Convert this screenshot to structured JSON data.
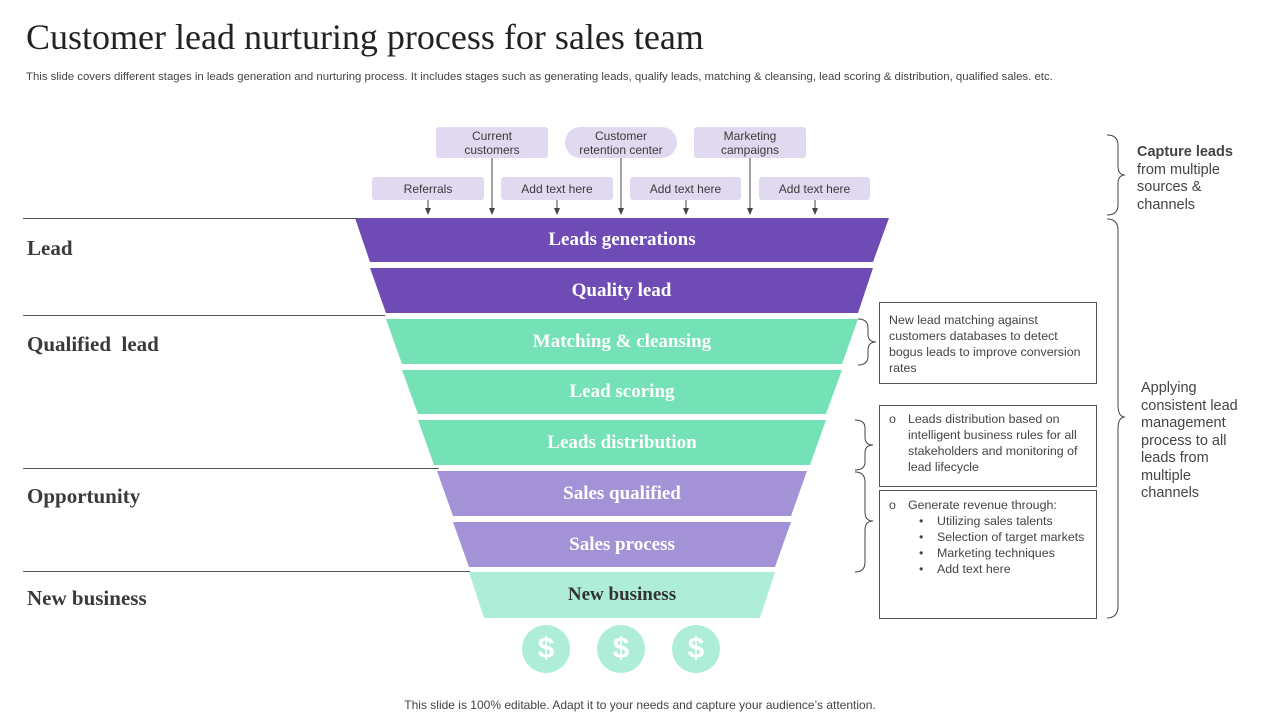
{
  "title": "Customer lead nurturing process for sales team",
  "subtitle": "This slide covers different stages in leads generation and nurturing process. It includes stages such as generating leads, qualify leads, matching & cleansing, lead scoring & distribution, qualified sales. etc.",
  "sources_top": [
    {
      "label": "Current customers"
    },
    {
      "label": "Customer retention center"
    },
    {
      "label": "Marketing campaigns"
    }
  ],
  "sources_bottom": [
    {
      "label": "Referrals"
    },
    {
      "label": "Add text here"
    },
    {
      "label": "Add text here"
    },
    {
      "label": "Add text here"
    }
  ],
  "stages": [
    {
      "label": "Lead"
    },
    {
      "label": "Qualified  lead"
    },
    {
      "label": "Opportunity"
    },
    {
      "label": "New business"
    }
  ],
  "funnel": [
    {
      "label": "Leads generations",
      "color": "#6f4bb5",
      "text_color": "#ffffff"
    },
    {
      "label": "Quality lead",
      "color": "#6f4bb5",
      "text_color": "#ffffff"
    },
    {
      "label": "Matching & cleansing",
      "color": "#74e2b6",
      "text_color": "#ffffff"
    },
    {
      "label": "Lead scoring",
      "color": "#74e2b6",
      "text_color": "#ffffff"
    },
    {
      "label": "Leads distribution",
      "color": "#74e2b6",
      "text_color": "#ffffff"
    },
    {
      "label": "Sales qualified",
      "color": "#a392d5",
      "text_color": "#ffffff"
    },
    {
      "label": "Sales process",
      "color": "#a392d5",
      "text_color": "#ffffff"
    },
    {
      "label": "New business",
      "color": "#aeeed8",
      "text_color": "#333333"
    }
  ],
  "info_boxes": {
    "matching": "New lead matching against customers databases to detect bogus leads to improve conversion  rates",
    "distribution": "Leads distribution based on intelligent business rules for all stakeholders and monitoring  of lead lifecycle",
    "revenue_title": "Generate revenue  through:",
    "revenue_items": [
      "Utilizing sales talents",
      "Selection of target markets",
      "Marketing techniques",
      "Add text here"
    ]
  },
  "brace_notes": {
    "capture_bold": "Capture leads",
    "capture_rest": "from multiple sources & channels",
    "applying": "Applying consistent lead management process to all leads from multiple channels"
  },
  "coin_symbol": "$",
  "footer": "This slide is 100% editable. Adapt it to your needs and capture your audience’s attention."
}
